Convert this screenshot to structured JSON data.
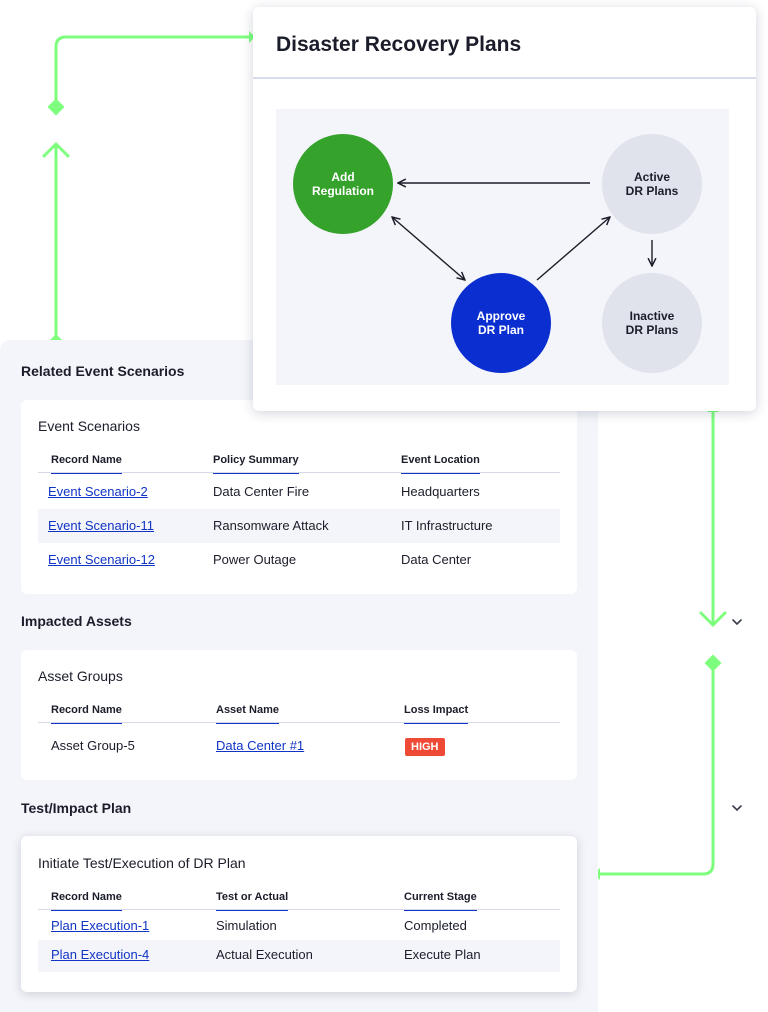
{
  "colors": {
    "connector": "#7dff7d",
    "accent_blue": "#1034c4",
    "add_regulation_green": "#35a22b",
    "inactive_gray": "#e0e2ec",
    "high_badge": "#ee4a35"
  },
  "dr_plans": {
    "title": "Disaster Recovery Plans",
    "nodes": {
      "add_regulation": "Add\nRegulation",
      "active": "Active\nDR Plans",
      "approve": "Approve\nDR Plan",
      "inactive": "Inactive\nDR Plans"
    }
  },
  "related_event_scenarios": {
    "section_title": "Related Event Scenarios",
    "card_title": "Event Scenarios",
    "columns": [
      "Record Name",
      "Policy Summary",
      "Event Location"
    ],
    "rows": [
      [
        "Event Scenario-2",
        "Data Center Fire",
        "Headquarters"
      ],
      [
        "Event Scenario-11",
        "Ransomware Attack",
        "IT Infrastructure"
      ],
      [
        "Event Scenario-12",
        "Power Outage",
        "Data Center"
      ]
    ]
  },
  "impacted_assets": {
    "section_title": "Impacted Assets",
    "chevron_icon": "chevron-down-icon",
    "card_title": "Asset Groups",
    "columns": [
      "Record Name",
      "Asset Name",
      "Loss Impact"
    ],
    "rows": [
      [
        "Asset Group-5",
        "Data Center #1",
        "HIGH"
      ]
    ]
  },
  "test_impact_plan": {
    "section_title": "Test/Impact Plan",
    "chevron_icon": "chevron-down-icon",
    "card_title": "Initiate Test/Execution of DR Plan",
    "columns": [
      "Record Name",
      "Test or Actual",
      "Current Stage"
    ],
    "rows": [
      [
        "Plan Execution-1",
        "Simulation",
        "Completed"
      ],
      [
        "Plan Execution-4",
        "Actual Execution",
        "Execute Plan"
      ]
    ]
  }
}
